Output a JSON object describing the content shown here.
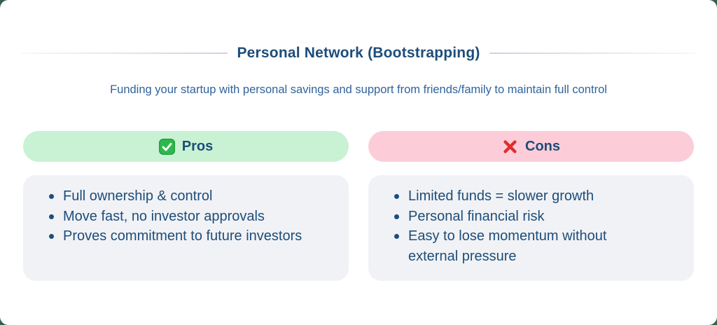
{
  "header": {
    "title": "Personal Network (Bootstrapping)",
    "subtitle": "Funding your startup with personal savings and support from friends/family to maintain full control"
  },
  "pros": {
    "label": "Pros",
    "icon": "check-mark-button-emoji",
    "items": [
      "Full ownership & control",
      "Move fast, no investor approvals",
      "Proves commitment to future investors"
    ]
  },
  "cons": {
    "label": "Cons",
    "icon": "cross-mark-emoji",
    "items": [
      "Limited funds = slower growth",
      "Personal financial risk",
      "Easy to lose momentum without external pressure"
    ]
  },
  "colors": {
    "page_background": "#35604a",
    "sheet_background": "#ffffff",
    "heading_text": "#1d4d7a",
    "subtitle_text": "#30639c",
    "divider": "#c9d5e1",
    "pros_pill_background": "#c8f2d3",
    "cons_pill_background": "#fccdd8",
    "card_background": "#f1f2f5",
    "check_green": "#2db84c",
    "cross_red": "#e02d2d"
  }
}
